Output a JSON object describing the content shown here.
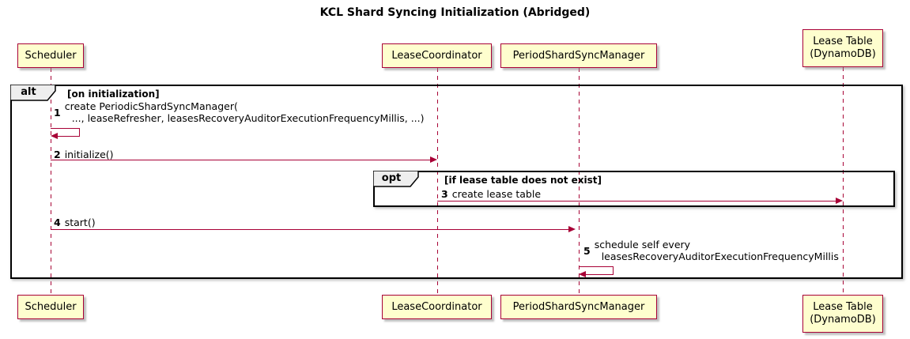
{
  "diagram": {
    "title": "KCL Shard Syncing Initialization (Abridged)",
    "type": "sequence-diagram"
  },
  "participants": [
    {
      "line1": "Scheduler",
      "line2": ""
    },
    {
      "line1": "LeaseCoordinator",
      "line2": ""
    },
    {
      "line1": "PeriodShardSyncManager",
      "line2": ""
    },
    {
      "line1": "Lease Table",
      "line2": "(DynamoDB)"
    }
  ],
  "frames": {
    "alt": {
      "label": "alt",
      "condition": "[on initialization]"
    },
    "opt": {
      "label": "opt",
      "condition": "[if lease table does not exist]"
    }
  },
  "messages": [
    {
      "num": "1",
      "line1": "create PeriodicShardSyncManager(",
      "line2": "..., leaseRefresher, leasesRecoveryAuditorExecutionFrequencyMillis, ...)",
      "from": "Scheduler",
      "to": "Scheduler",
      "kind": "self"
    },
    {
      "num": "2",
      "text": "initialize()",
      "from": "Scheduler",
      "to": "LeaseCoordinator",
      "kind": "arrow"
    },
    {
      "num": "3",
      "text": "create lease table",
      "from": "LeaseCoordinator",
      "to": "Lease Table (DynamoDB)",
      "kind": "arrow"
    },
    {
      "num": "4",
      "text": "start()",
      "from": "Scheduler",
      "to": "PeriodShardSyncManager",
      "kind": "arrow"
    },
    {
      "num": "5",
      "line1": "schedule self every",
      "line2": "leasesRecoveryAuditorExecutionFrequencyMillis",
      "from": "PeriodShardSyncManager",
      "to": "PeriodShardSyncManager",
      "kind": "self"
    }
  ],
  "colors": {
    "participant_fill": "#FEFECE",
    "participant_border": "#A80036",
    "arrow": "#A80036",
    "lifeline": "#A80036",
    "frame_border": "#000000",
    "frame_label_fill": "#EEEEEE",
    "background": "#FFFFFF",
    "text": "#000000"
  }
}
